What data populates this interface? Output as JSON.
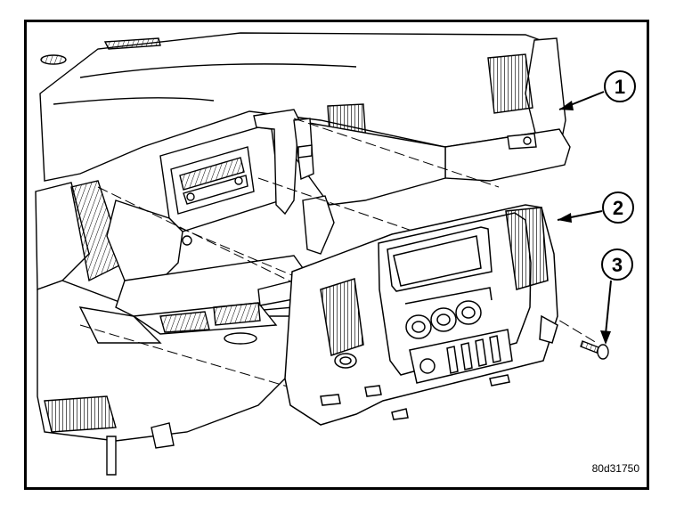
{
  "figure": {
    "figure_id": "80d31750",
    "callouts": [
      {
        "number": "1",
        "target": "instrument-panel"
      },
      {
        "number": "2",
        "target": "center-bezel"
      },
      {
        "number": "3",
        "target": "screw"
      }
    ],
    "colors": {
      "line": "#000000",
      "background": "#ffffff",
      "panel_fill": "#f2f2f2"
    }
  }
}
